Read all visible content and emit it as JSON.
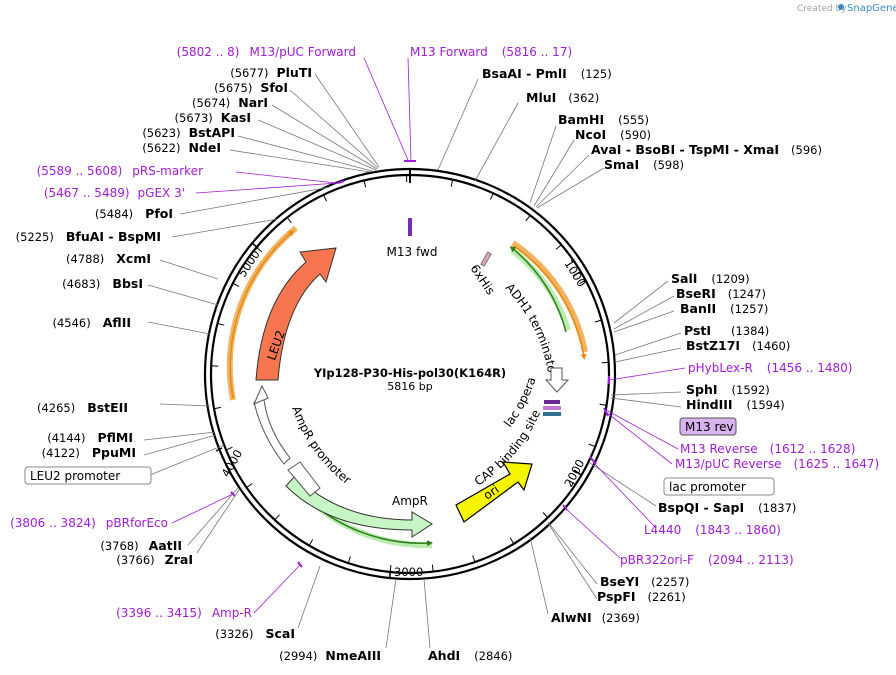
{
  "credit": "Created by",
  "brand": "SnapGene",
  "plasmid": {
    "name": "YIp128-P30-His-pol30(K164R)",
    "size": "5816 bp"
  },
  "ticks": {
    "t1000": "1000",
    "t2000": "2000",
    "t3000": "3000",
    "t4000": "4000",
    "t5000": "5000"
  },
  "enzymes": {
    "bsaai": {
      "name": "BsaAI",
      "pos": "(125)"
    },
    "pmli": {
      "name": "PmlI"
    },
    "mlui": {
      "name": "MluI",
      "pos": "(362)"
    },
    "bamhi": {
      "name": "BamHI",
      "pos": "(555)"
    },
    "ncoi": {
      "name": "NcoI",
      "pos": "(590)"
    },
    "avai": {
      "name": "AvaI"
    },
    "bsobi": {
      "name": "BsoBI"
    },
    "tspmi": {
      "name": "TspMI"
    },
    "xmai": {
      "name": "XmaI",
      "pos": "(596)"
    },
    "smai": {
      "name": "SmaI",
      "pos": "(598)"
    },
    "sali": {
      "name": "SalI",
      "pos": "(1209)"
    },
    "bseri": {
      "name": "BseRI",
      "pos": "(1247)"
    },
    "banii": {
      "name": "BanII",
      "pos": "(1257)"
    },
    "psti": {
      "name": "PstI",
      "pos": "(1384)"
    },
    "bstz17i": {
      "name": "BstZ17I",
      "pos": "(1460)"
    },
    "sphi": {
      "name": "SphI",
      "pos": "(1592)"
    },
    "hindiii": {
      "name": "HindIII",
      "pos": "(1594)"
    },
    "bspqi": {
      "name": "BspQI"
    },
    "sapi": {
      "name": "SapI",
      "pos": "(1837)"
    },
    "bseyi": {
      "name": "BseYI",
      "pos": "(2257)"
    },
    "pspfi": {
      "name": "PspFI",
      "pos": "(2261)"
    },
    "alwni": {
      "name": "AlwNI",
      "pos": "(2369)"
    },
    "ahdi": {
      "name": "AhdI",
      "pos": "(2846)"
    },
    "nmeaiii": {
      "name": "NmeAIII",
      "pos": "(2994)"
    },
    "scai": {
      "name": "ScaI",
      "pos": "(3326)"
    },
    "zrai": {
      "name": "ZraI",
      "pos": "(3766)"
    },
    "aatii": {
      "name": "AatII",
      "pos": "(3768)"
    },
    "ppumi": {
      "name": "PpuMI",
      "pos": "(4122)"
    },
    "pflmi": {
      "name": "PflMI",
      "pos": "(4144)"
    },
    "bsteii": {
      "name": "BstEII",
      "pos": "(4265)"
    },
    "aflii": {
      "name": "AflII",
      "pos": "(4546)"
    },
    "bbsi": {
      "name": "BbsI",
      "pos": "(4683)"
    },
    "xcmi": {
      "name": "XcmI",
      "pos": "(4788)"
    },
    "bfuai": {
      "name": "BfuAI",
      "pos": "(5225)"
    },
    "bspmi": {
      "name": "BspMI"
    },
    "pfoi": {
      "name": "PfoI",
      "pos": "(5484)"
    },
    "ndei": {
      "name": "NdeI",
      "pos": "(5622)"
    },
    "bstapi": {
      "name": "BstAPI",
      "pos": "(5623)"
    },
    "kasi": {
      "name": "KasI",
      "pos": "(5673)"
    },
    "nari": {
      "name": "NarI",
      "pos": "(5674)"
    },
    "sfoi": {
      "name": "SfoI",
      "pos": "(5675)"
    },
    "pluti": {
      "name": "PluTI",
      "pos": "(5677)"
    }
  },
  "primers": {
    "m13_puc_fwd": {
      "name": "M13/pUC Forward",
      "range": "(5802 .. 8)"
    },
    "m13_fwd": {
      "name": "M13 Forward",
      "range": "(5816 .. 17)"
    },
    "prs_marker": {
      "name": "pRS-marker",
      "range": "(5589 .. 5608)"
    },
    "pgex3": {
      "name": "pGEX 3'",
      "range": "(5467 .. 5489)"
    },
    "phyblex_r": {
      "name": "pHybLex-R",
      "range": "(1456 .. 1480)"
    },
    "m13_rev": {
      "name": "M13 rev"
    },
    "m13_reverse": {
      "name": "M13 Reverse",
      "range": "(1612 .. 1628)"
    },
    "m13_puc_rev": {
      "name": "M13/pUC Reverse",
      "range": "(1625 .. 1647)"
    },
    "l4440": {
      "name": "L4440",
      "range": "(1843 .. 1860)"
    },
    "pbr322ori_f": {
      "name": "pBR322ori-F",
      "range": "(2094 .. 2113)"
    },
    "pbrforeco": {
      "name": "pBRforEco",
      "range": "(3806 .. 3824)"
    },
    "amp_r": {
      "name": "Amp-R",
      "range": "(3396 .. 3415)"
    }
  },
  "boxed": {
    "leu2_promoter": "LEU2 promoter",
    "lac_promoter": "lac promoter"
  },
  "features": {
    "m13_fwd": "M13 fwd",
    "sixhis": "6xHis",
    "adh1": "ADH1 terminator",
    "lac_operator": "lac operator",
    "cap_site": "CAP binding site",
    "ori": "ori",
    "ampr": "AmpR",
    "ampr_promoter": "AmpR promoter",
    "leu2": "LEU2"
  },
  "colors": {
    "primer": "#a01bd6",
    "leu2": "#f7754f",
    "ori": "#f5f500",
    "ampr": "#c8f5c6",
    "adh1": "#ee9a2c",
    "brand": "#3c88c9"
  }
}
